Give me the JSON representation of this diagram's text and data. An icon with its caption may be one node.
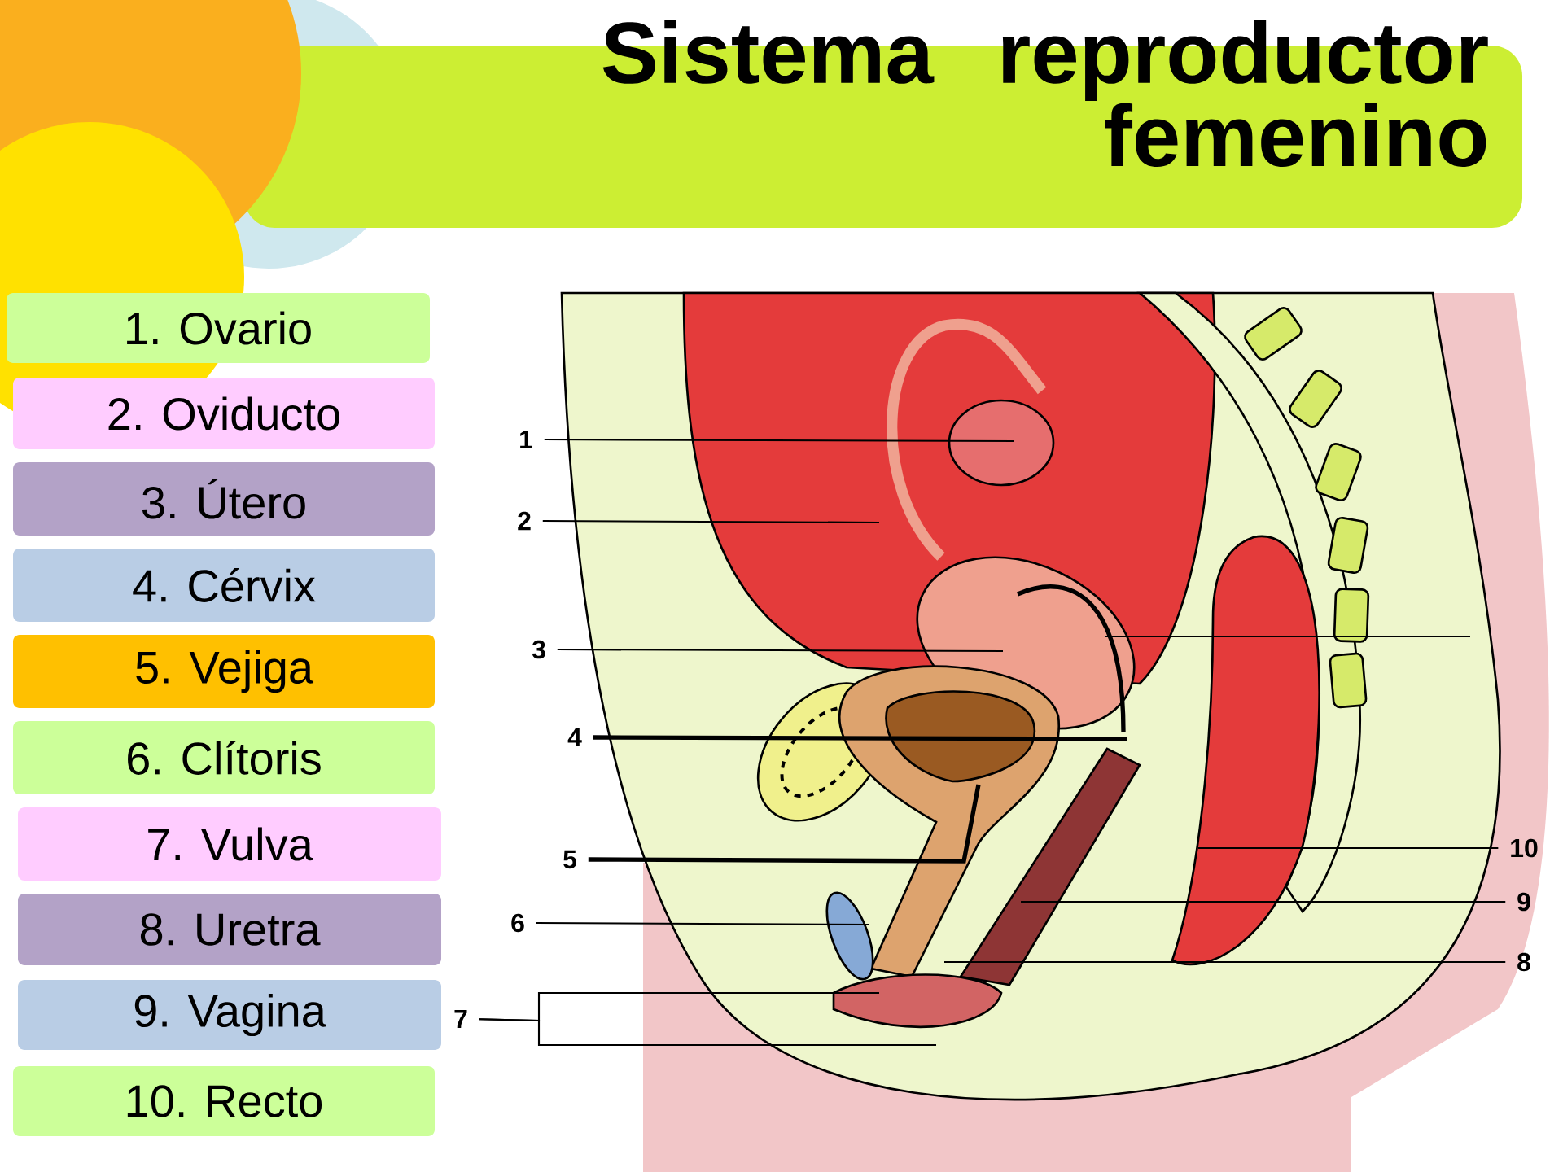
{
  "diagram": {
    "title": "Sistema reproductor femenino",
    "nodes": [
      {
        "text": [
          "1. Ovario"
        ]
      },
      {
        "text": [
          "2. Oviducto"
        ]
      },
      {
        "text": [
          "3. Útero"
        ]
      },
      {
        "text": [
          "4. Cérvix"
        ]
      },
      {
        "text": [
          "5. Vejiga"
        ]
      },
      {
        "text": [
          "6. Clítoris"
        ]
      },
      {
        "text": [
          "7. Vulva"
        ]
      },
      {
        "text": [
          "8. Uretra"
        ]
      },
      {
        "text": [
          "9. Vagina"
        ]
      },
      {
        "text": [
          "10. Recto"
        ]
      },
      {
        "text": [
          "1"
        ]
      },
      {
        "text": [
          "2"
        ]
      },
      {
        "text": [
          "3"
        ]
      },
      {
        "text": [
          "4"
        ]
      },
      {
        "text": [
          "5"
        ]
      },
      {
        "text": [
          "6"
        ]
      },
      {
        "text": [
          "7"
        ]
      },
      {
        "text": [
          "10"
        ]
      },
      {
        "text": [
          "9"
        ]
      },
      {
        "text": [
          "8"
        ]
      }
    ],
    "edges": [
      {
        "from": 10,
        "to": null,
        "arrow": "none"
      },
      {
        "from": 11,
        "to": null,
        "arrow": "none"
      },
      {
        "from": 12,
        "to": null,
        "arrow": "none"
      },
      {
        "from": 13,
        "to": null,
        "arrow": "none",
        "style": "thick"
      },
      {
        "from": 14,
        "to": null,
        "arrow": "none",
        "style": "thick"
      },
      {
        "from": 15,
        "to": null,
        "arrow": "none"
      },
      {
        "from": 16,
        "to": null,
        "arrow": "none"
      },
      {
        "from": 16,
        "to": null,
        "arrow": "none"
      },
      {
        "from": 17,
        "to": null,
        "arrow": "none"
      },
      {
        "from": 18,
        "to": null,
        "arrow": "none"
      },
      {
        "from": 19,
        "to": null,
        "arrow": "none"
      }
    ]
  }
}
